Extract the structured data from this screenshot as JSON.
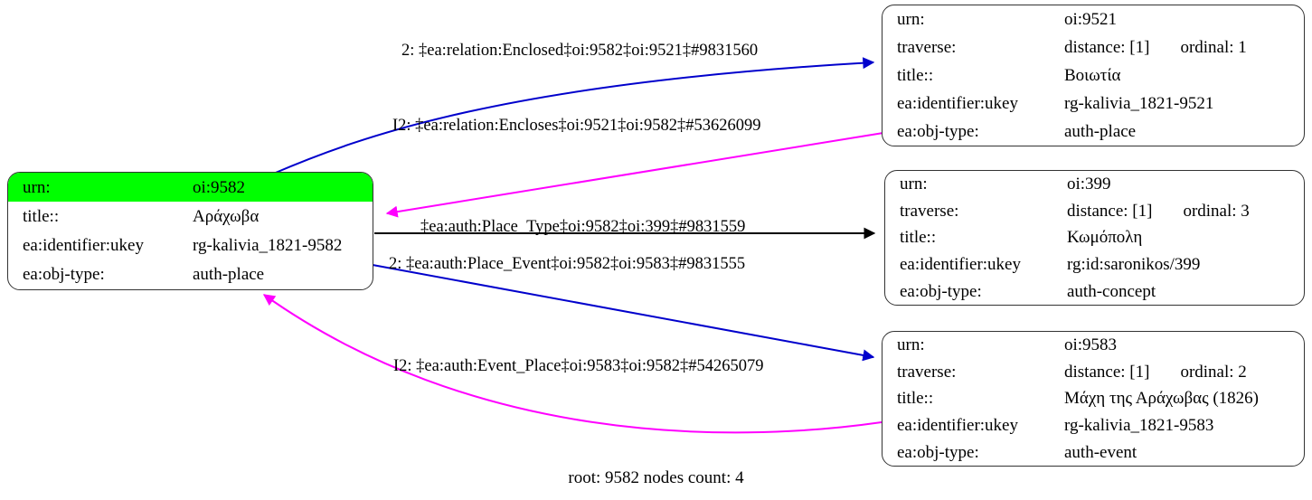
{
  "graph": {
    "footer": "root: 9582 nodes count: 4",
    "colors": {
      "forward_edge": "#0000cc",
      "inverse_edge": "#ff00ff",
      "plain_edge": "#000000",
      "highlight": "#00ff00",
      "node_border": "#333333",
      "background": "#ffffff"
    }
  },
  "nodes": {
    "root": {
      "rows": [
        {
          "key": "urn:",
          "value": "oi:9582",
          "highlight": true
        },
        {
          "key": "title::",
          "value": "Αράχωβα",
          "highlight": false
        },
        {
          "key": "ea:identifier:ukey",
          "value": "rg-kalivia_1821-9582",
          "highlight": false
        },
        {
          "key": "ea:obj-type:",
          "value": "auth-place",
          "highlight": false
        }
      ]
    },
    "top_right": {
      "rows": [
        {
          "key": "urn:",
          "value": "oi:9521"
        },
        {
          "key": "traverse:",
          "value": "distance: [1]",
          "value2": "ordinal: 1"
        },
        {
          "key": "title::",
          "value": "Βοιωτία"
        },
        {
          "key": "ea:identifier:ukey",
          "value": "rg-kalivia_1821-9521"
        },
        {
          "key": "ea:obj-type:",
          "value": "auth-place"
        }
      ]
    },
    "mid_right": {
      "rows": [
        {
          "key": "urn:",
          "value": "oi:399"
        },
        {
          "key": "traverse:",
          "value": "distance: [1]",
          "value2": "ordinal: 3"
        },
        {
          "key": "title::",
          "value": "Κωμόπολη"
        },
        {
          "key": "ea:identifier:ukey",
          "value": "rg:id:saronikos/399"
        },
        {
          "key": "ea:obj-type:",
          "value": "auth-concept"
        }
      ]
    },
    "bottom_right": {
      "rows": [
        {
          "key": "urn:",
          "value": "oi:9583"
        },
        {
          "key": "traverse:",
          "value": "distance: [1]",
          "value2": "ordinal: 2"
        },
        {
          "key": "title::",
          "value": "Μάχη της Αράχωβας (1826)"
        },
        {
          "key": "ea:identifier:ukey",
          "value": "rg-kalivia_1821-9583"
        },
        {
          "key": "ea:obj-type:",
          "value": "auth-event"
        }
      ]
    }
  },
  "edges": [
    {
      "id": "enclosed",
      "label": "2: ‡ea:relation:Enclosed‡oi:9582‡oi:9521‡#9831560",
      "color": "#0000cc",
      "from": "root",
      "to": "top_right"
    },
    {
      "id": "encloses",
      "label": "I2: ‡ea:relation:Encloses‡oi:9521‡oi:9582‡#53626099",
      "color": "#ff00ff",
      "from": "top_right",
      "to": "root"
    },
    {
      "id": "place-type",
      "label": "‡ea:auth:Place_Type‡oi:9582‡oi:399‡#9831559",
      "color": "#000000",
      "from": "root",
      "to": "mid_right"
    },
    {
      "id": "place-event",
      "label": "2: ‡ea:auth:Place_Event‡oi:9582‡oi:9583‡#9831555",
      "color": "#0000cc",
      "from": "root",
      "to": "bottom_right"
    },
    {
      "id": "event-place",
      "label": "I2: ‡ea:auth:Event_Place‡oi:9583‡oi:9582‡#54265079",
      "color": "#ff00ff",
      "from": "bottom_right",
      "to": "root"
    }
  ]
}
